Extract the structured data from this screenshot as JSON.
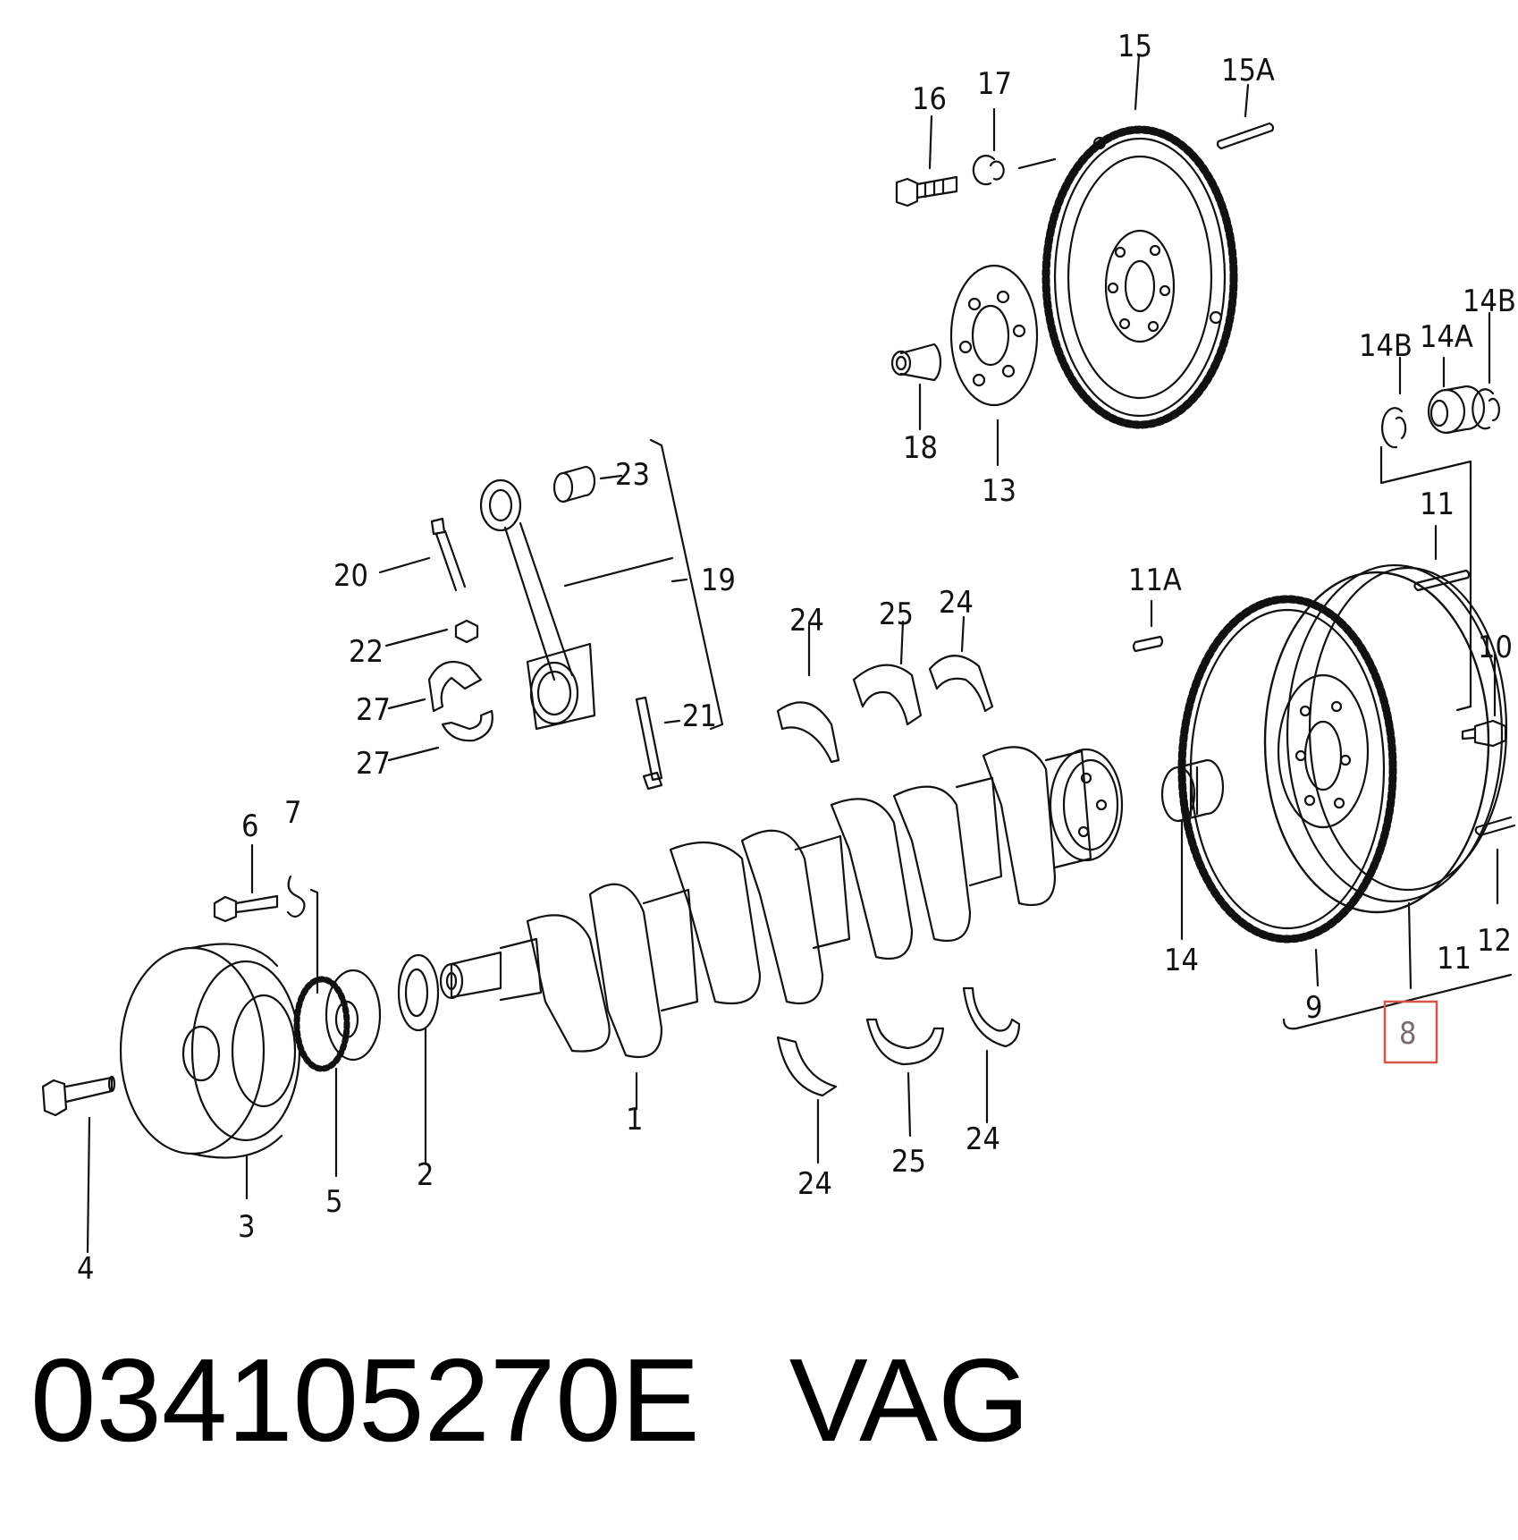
{
  "callouts": {
    "p1": "1",
    "p2": "2",
    "p3": "3",
    "p4": "4",
    "p5": "5",
    "p6": "6",
    "p7": "7",
    "p8": "8",
    "p9": "9",
    "p10": "10",
    "p11a": "11",
    "p11b": "11",
    "p11A": "11A",
    "p12": "12",
    "p13": "13",
    "p14": "14",
    "p14A": "14A",
    "p14B_1": "14B",
    "p14B_2": "14B",
    "p15": "15",
    "p15A": "15A",
    "p16": "16",
    "p17": "17",
    "p18": "18",
    "p19": "19",
    "p20": "20",
    "p21": "21",
    "p22": "22",
    "p23": "23",
    "p24a": "24",
    "p24b": "24",
    "p24c": "24",
    "p24d": "24",
    "p25a": "25",
    "p25b": "25",
    "p27a": "27",
    "p27b": "27"
  },
  "highlight": {
    "label": "8",
    "color": "#d9534f"
  },
  "caption": {
    "part_number": "034105270E",
    "brand": "VAG"
  }
}
